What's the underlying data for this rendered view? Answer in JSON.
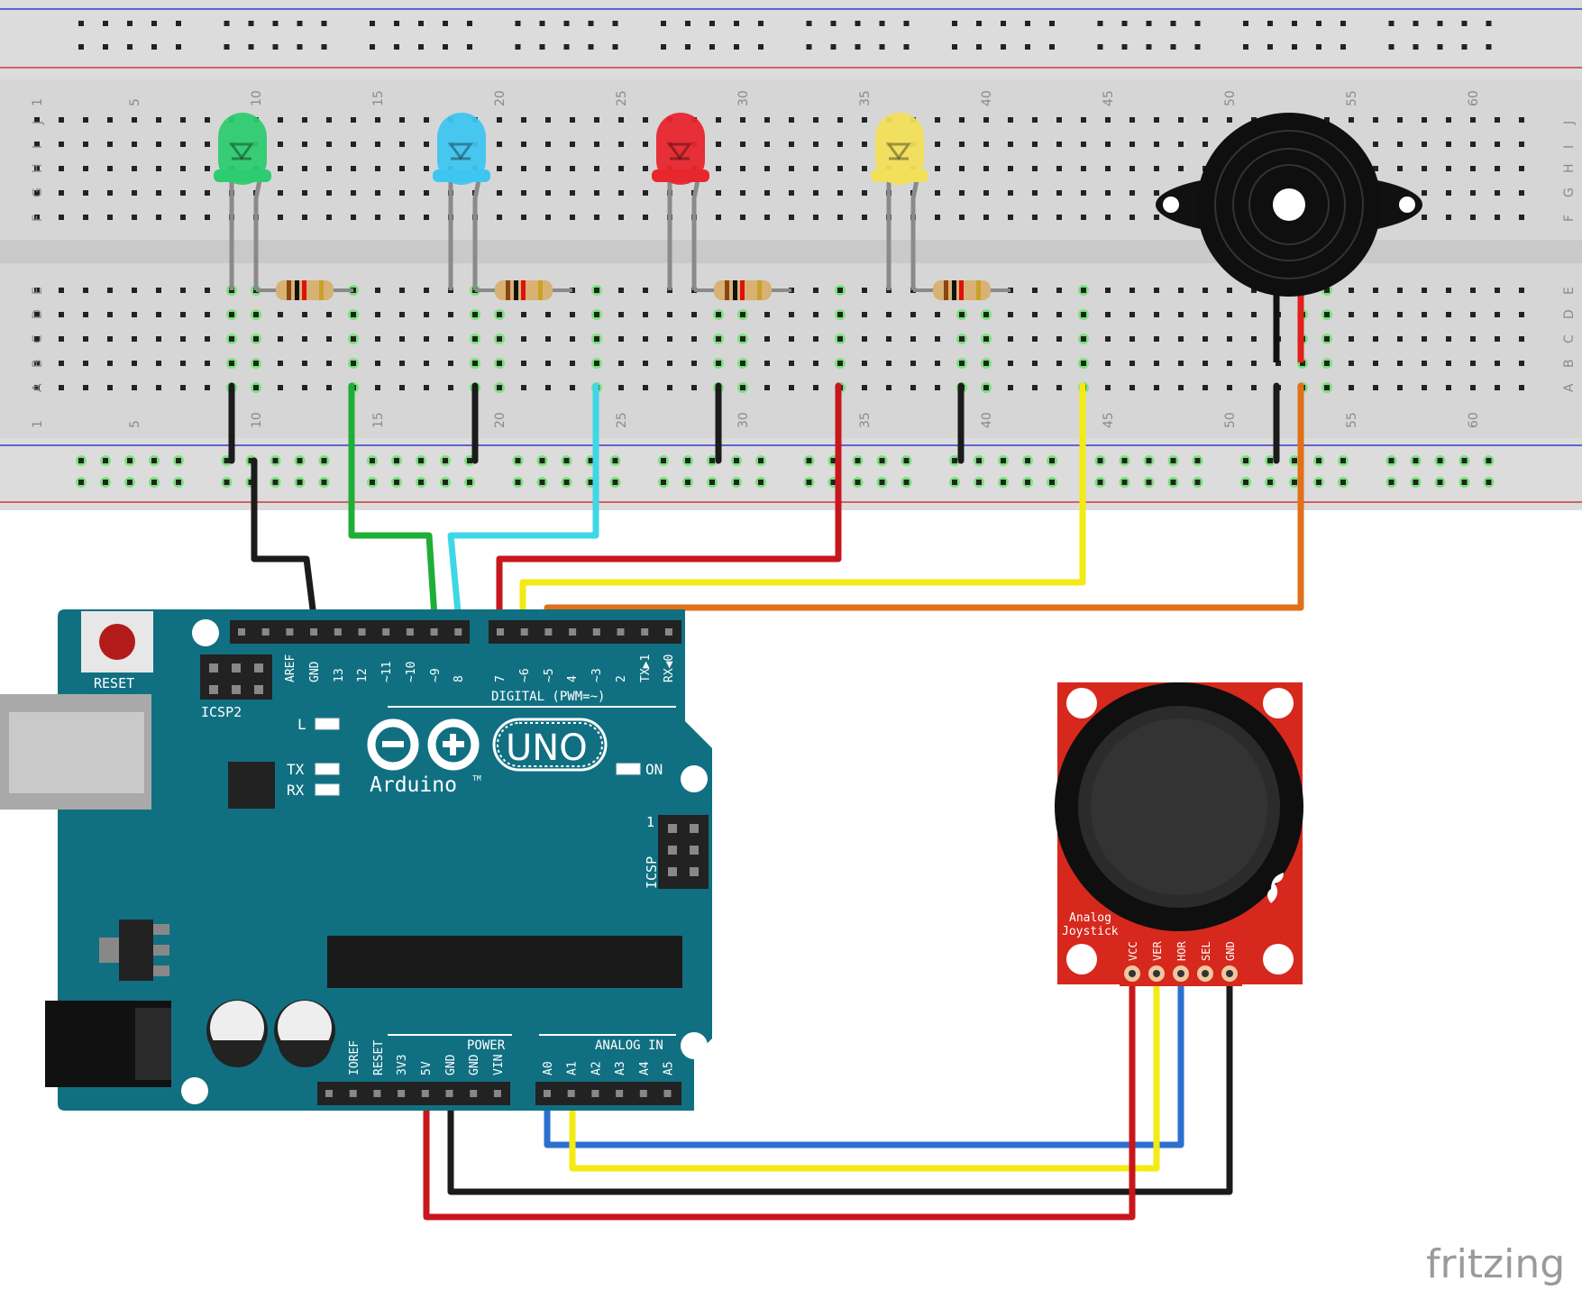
{
  "breadboard": {
    "column_numbers": [
      "1",
      "5",
      "10",
      "15",
      "20",
      "25",
      "30",
      "35",
      "40",
      "45",
      "50",
      "55",
      "60"
    ],
    "row_letters_top": [
      "J",
      "I",
      "H",
      "G",
      "F"
    ],
    "row_letters_bottom": [
      "E",
      "D",
      "C",
      "B",
      "A"
    ]
  },
  "components": {
    "leds": [
      {
        "name": "green-led",
        "color": "#2ecc71"
      },
      {
        "name": "blue-led",
        "color": "#3fc6f0"
      },
      {
        "name": "red-led",
        "color": "#e8262e"
      },
      {
        "name": "yellow-led",
        "color": "#f2e05a"
      }
    ],
    "buzzer": {
      "name": "piezo-buzzer"
    }
  },
  "arduino": {
    "reset_label": "RESET",
    "icsp2_label": "ICSP2",
    "icsp_label": "ICSP",
    "icsp_pin1": "1",
    "l_label": "L",
    "tx_label": "TX",
    "rx_label": "RX",
    "on_label": "ON",
    "uno_label": "UNO",
    "brand": "Arduino",
    "trademark": "TM",
    "digital_label": "DIGITAL (PWM=~)",
    "power_label": "POWER",
    "analog_label": "ANALOG IN",
    "digital_pins": [
      "AREF",
      "GND",
      "13",
      "12",
      "~11",
      "~10",
      "~9",
      "8",
      "7",
      "~6",
      "~5",
      "4",
      "~3",
      "2",
      "TX▶1",
      "RX◀0"
    ],
    "power_pins": [
      "IOREF",
      "RESET",
      "3V3",
      "5V",
      "GND",
      "GND",
      "VIN"
    ],
    "analog_pins": [
      "A0",
      "A1",
      "A2",
      "A3",
      "A4",
      "A5"
    ]
  },
  "joystick": {
    "title_line1": "Analog",
    "title_line2": "Joystick",
    "pins": [
      "VCC",
      "VER",
      "HOR",
      "SEL",
      "GND"
    ]
  },
  "wire_colors": {
    "black": "#1b1b1b",
    "green": "#1fae36",
    "cyan": "#3fd7e6",
    "red": "#c8161d",
    "yellow": "#f4ea14",
    "orange": "#e0701a",
    "blue": "#2d6fd1",
    "gray": "#8a8a8a"
  },
  "watermark": "fritzing"
}
